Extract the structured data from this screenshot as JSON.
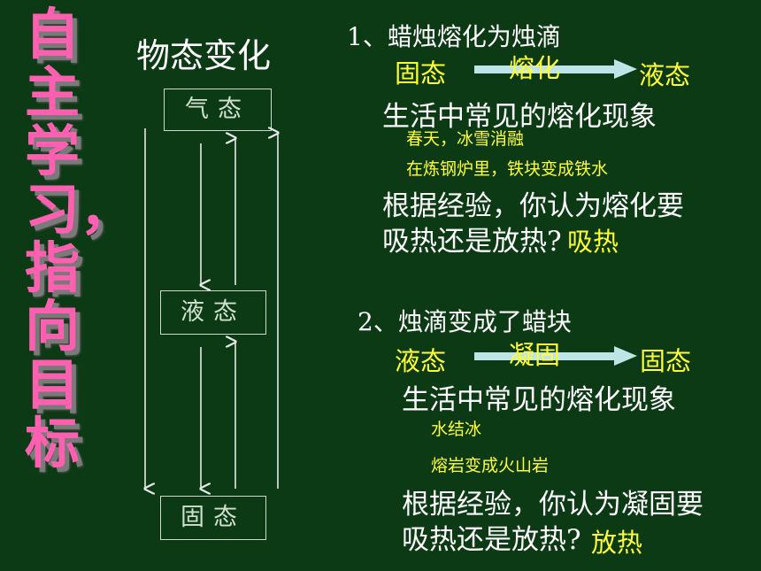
{
  "side_title": "自主学习，指向目标",
  "heading": "物态变化",
  "states": {
    "gas": "气态",
    "liquid": "液态",
    "solid": "固态"
  },
  "section1": {
    "title": "1、蜡烛熔化为烛滴",
    "from": "固态",
    "process": "熔化",
    "to": "液态",
    "common": "生活中常见的熔化现象",
    "example1": "春天，冰雪消融",
    "example2": "在炼钢炉里，铁块变成铁水",
    "question_line1": "根据经验，你认为熔化要",
    "question_line2": "吸热还是放热?",
    "answer": "吸热"
  },
  "section2": {
    "title": "2、烛滴变成了蜡块",
    "from": "液态",
    "process": "凝固",
    "to": "固态",
    "common": "生活中常见的熔化现象",
    "example1": "水结冰",
    "example2": "熔岩变成火山岩",
    "question_line1": "根据经验，你认为凝固要",
    "question_line2": "吸热还是放热?",
    "answer": "放热"
  }
}
